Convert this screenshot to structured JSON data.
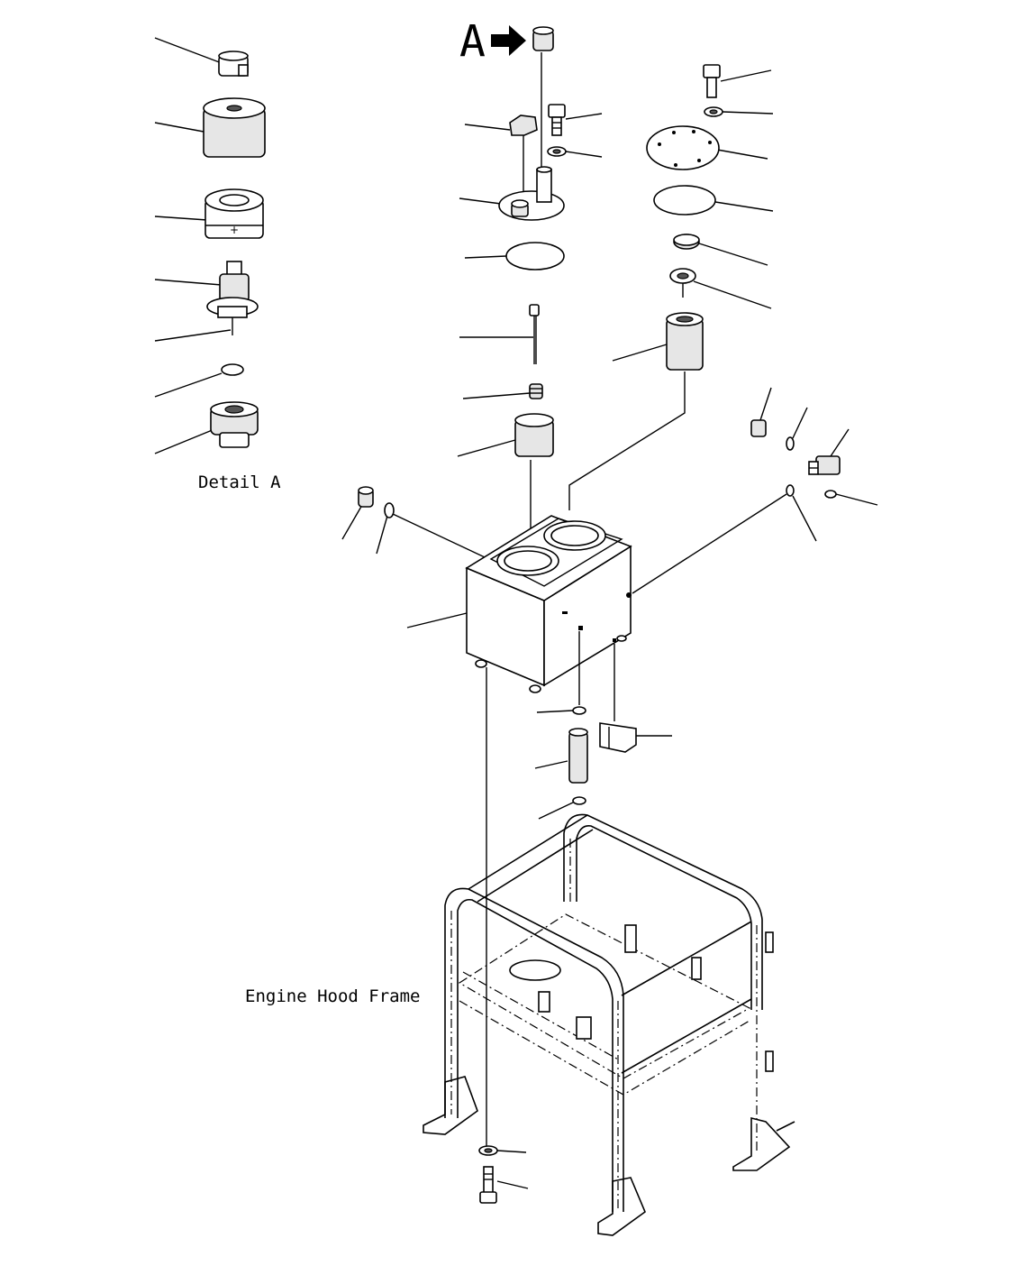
{
  "view_marker": "A",
  "labels": {
    "detail": "Detail A",
    "frame": "Engine Hood Frame"
  },
  "colors": {
    "line": "#000000",
    "background": "#ffffff",
    "fill": "#e6e6e6"
  },
  "icons": [
    "view-arrow-icon"
  ]
}
